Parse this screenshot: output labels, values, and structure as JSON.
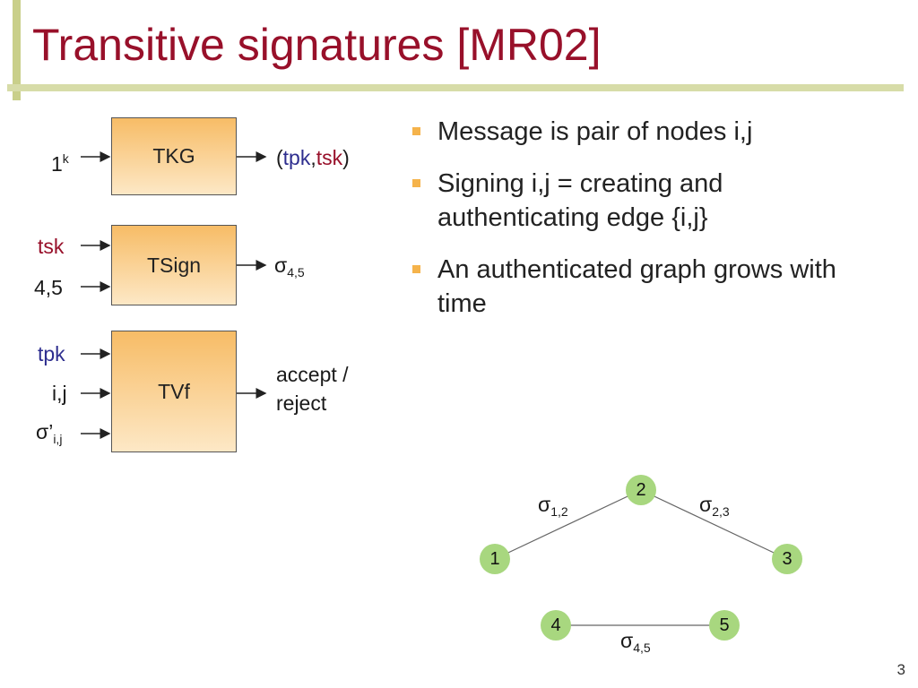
{
  "title": "Transitive signatures [MR02]",
  "diagram": {
    "tkg": {
      "box_label": "TKG",
      "input_base": "1",
      "input_sup": "k",
      "output_open": "(",
      "output_tpk": "tpk",
      "output_comma": ",",
      "output_tsk": "tsk",
      "output_close": ")"
    },
    "tsign": {
      "box_label": "TSign",
      "input1": "tsk",
      "input2": "4,5",
      "output_sigma": "σ",
      "output_sub": "4,5"
    },
    "tvf": {
      "box_label": "TVf",
      "input1": "tpk",
      "input2": "i,j",
      "input3_sigma": "σ’",
      "input3_sub": "i,j",
      "output_line1": "accept /",
      "output_line2": "reject"
    }
  },
  "bullets": [
    "Message is pair of nodes i,j",
    "Signing i,j = creating and authenticating edge {i,j}",
    "An authenticated graph grows with time"
  ],
  "graph": {
    "nodes": [
      "1",
      "2",
      "3",
      "4",
      "5"
    ],
    "edge_12": {
      "sigma": "σ",
      "sub": "1,2"
    },
    "edge_23": {
      "sigma": "σ",
      "sub": "2,3"
    },
    "edge_45": {
      "sigma": "σ",
      "sub": "4,5"
    }
  },
  "colors": {
    "title": "#98102a",
    "tpk": "#2e2e8f",
    "tsk": "#98102a",
    "bullet": "#f5b34b",
    "node": "#a8d77f",
    "box_top": "#f7bc66",
    "box_bottom": "#fde8c6"
  },
  "page_number": "3"
}
